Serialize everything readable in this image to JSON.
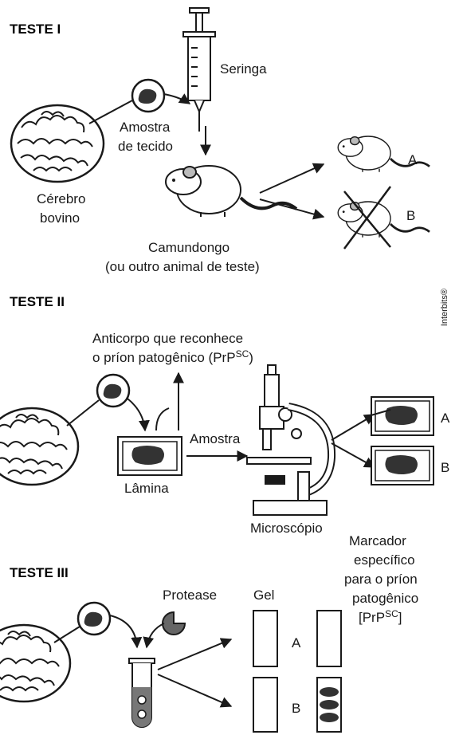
{
  "teste1": {
    "title": "TESTE I",
    "seringa": "Seringa",
    "amostra_line1": "Amostra",
    "amostra_line2": "de tecido",
    "cerebro_line1": "Cérebro",
    "cerebro_line2": "bovino",
    "camundongo_line1": "Camundongo",
    "camundongo_line2": "(ou outro animal de teste)",
    "result_a": "A",
    "result_b": "B"
  },
  "teste2": {
    "title": "TESTE II",
    "anticorpo_line1": "Anticorpo que reconhece",
    "anticorpo_line2_prefix": "o príon patogênico (PrP",
    "anticorpo_sup": "SC",
    "anticorpo_suffix": ")",
    "amostra": "Amostra",
    "lamina": "Lâmina",
    "microscopio": "Microscópio",
    "result_a": "A",
    "result_b": "B"
  },
  "teste3": {
    "title": "TESTE III",
    "protease": "Protease",
    "gel": "Gel",
    "marcador_line1": "Marcador",
    "marcador_line2": "específico",
    "marcador_line3": "para o príon",
    "marcador_line4": "patogênico",
    "marcador_line5_prefix": "[PrP",
    "marcador_sup": "SC",
    "marcador_suffix": "]",
    "result_a": "A",
    "result_b": "B"
  },
  "credit": "Interbits®"
}
